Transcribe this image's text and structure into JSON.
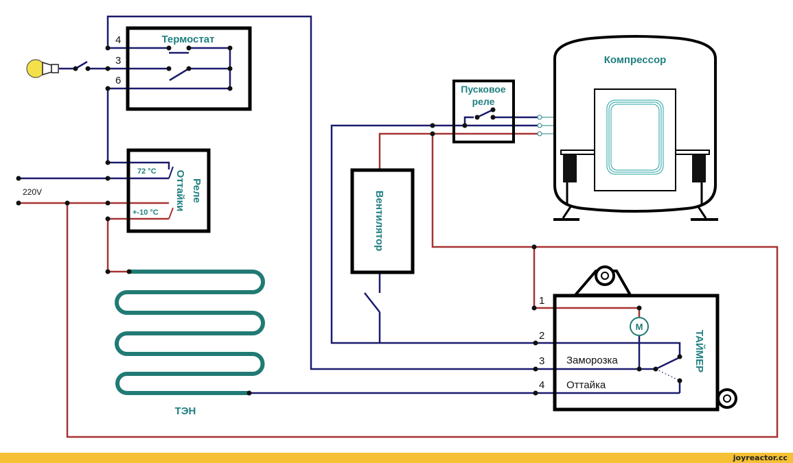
{
  "colors": {
    "wire_blue": "#1a1a6e",
    "wire_red": "#a83232",
    "heater": "#217a74",
    "label_teal": "#1f7f7f",
    "box": "#000000",
    "lamp": "#f4e04a",
    "footer": "#f5c033"
  },
  "thermostat": {
    "title": "Термостат",
    "terminals": [
      "4",
      "3",
      "6"
    ]
  },
  "defrost_relay": {
    "title_line1": "Реле",
    "title_line2": "Оттайки",
    "contact_top": "72 °C",
    "contact_bottom": "+-10 °C"
  },
  "supply": {
    "voltage": "220V"
  },
  "start_relay": {
    "title_line1": "Пусковое",
    "title_line2": "реле"
  },
  "compressor": {
    "title": "Компрессор"
  },
  "fan": {
    "title": "Вентилятор"
  },
  "heater": {
    "title": "ТЭН"
  },
  "timer": {
    "title": "ТАЙМЕР",
    "motor": "M",
    "terminals": [
      "1",
      "2",
      "3",
      "4"
    ],
    "mode_freeze": "Заморозка",
    "mode_defrost": "Оттайка"
  },
  "footer": {
    "site": "joyreactor.cc"
  }
}
